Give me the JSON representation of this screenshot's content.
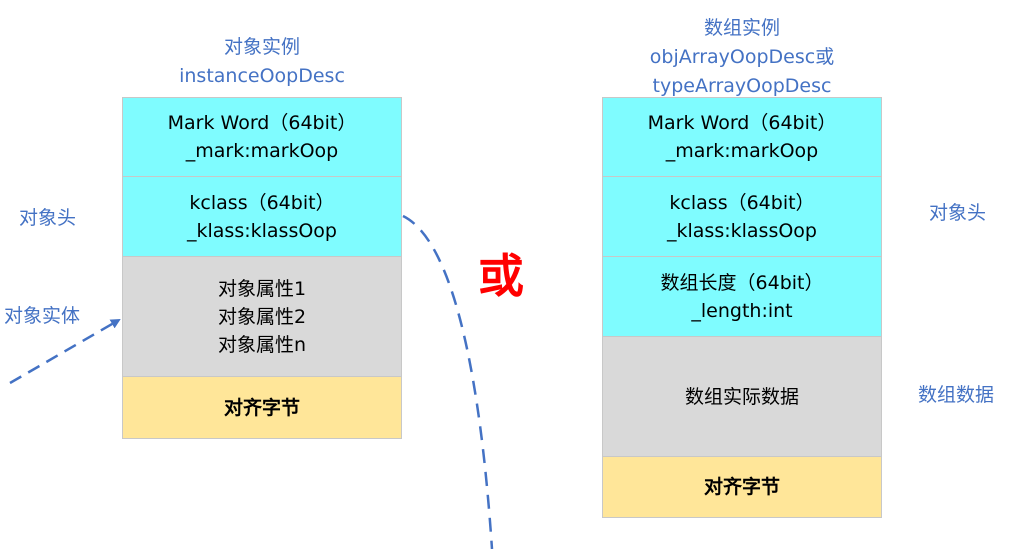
{
  "left": {
    "title_line1": "对象实例",
    "title_line2": "instanceOopDesc",
    "mark_line1": "Mark Word（64bit）",
    "mark_line2": "_mark:markOop",
    "kclass_line1": "kclass（64bit）",
    "kclass_line2": "_klass:klassOop",
    "attr1": "对象属性1",
    "attr2": "对象属性2",
    "attrn": "对象属性n",
    "padding": "对齐字节",
    "label_header": "对象头",
    "label_body": "对象实体"
  },
  "separator": "或",
  "right": {
    "title_line1": "数组实例",
    "title_line2": "objArrayOopDesc或",
    "title_line3": "typeArrayOopDesc",
    "mark_line1": "Mark Word（64bit）",
    "mark_line2": "_mark:markOop",
    "kclass_line1": "kclass（64bit）",
    "kclass_line2": "_klass:klassOop",
    "length_line1": "数组长度（64bit）",
    "length_line2": "_length:int",
    "data": "数组实际数据",
    "padding": "对齐字节",
    "label_header": "对象头",
    "label_data": "数组数据"
  },
  "colors": {
    "header_fill": "#7ffcff",
    "body_fill": "#d9d9d9",
    "padding_fill": "#ffe699",
    "annotation": "#4472c4",
    "separator": "#ff0000"
  }
}
